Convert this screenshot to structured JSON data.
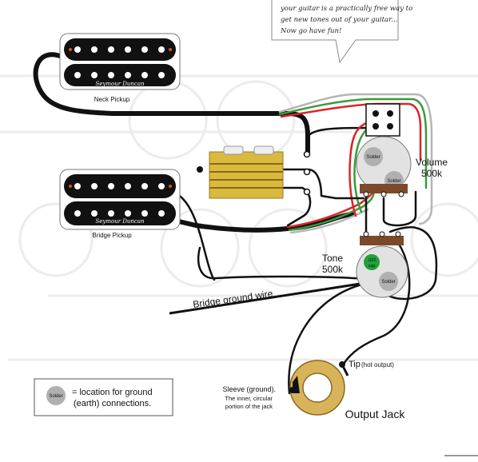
{
  "callout": {
    "lines": [
      "your guitar is a practically free way to",
      "get new tones out of your guitar...",
      "Now go have fun!"
    ]
  },
  "pickups": {
    "neck": {
      "brand": "Seymour Duncan",
      "label": "Neck Pickup"
    },
    "bridge": {
      "brand": "Seymour Duncan",
      "label": "Bridge Pickup"
    }
  },
  "pots": {
    "volume": {
      "name": "Volume",
      "value": "500k",
      "solder": "Solder"
    },
    "tone": {
      "name": "Tone",
      "value": "500k",
      "solder": "Solder",
      "cap_line1": ".022",
      "cap_line2": "cap"
    },
    "volume_solder_side": "Solder"
  },
  "bridge_ground": {
    "label": "Bridge ground wire"
  },
  "jack": {
    "tip_label": "Tip",
    "tip_note": "(hot output)",
    "sleeve_title": "Sleeve (ground).",
    "sleeve_line2": "The inner, circular",
    "sleeve_line3": "portion of the jack",
    "label": "Output Jack"
  },
  "legend": {
    "solder_tag": "Solder",
    "line1": "= location for ground",
    "line2": "(earth) connections."
  },
  "colors": {
    "wire_black": "#111111",
    "wire_red": "#d8262b",
    "wire_green": "#3a9a3a",
    "wire_bare": "#b5b5b5",
    "switch_body": "#d9b93e",
    "cap_green": "#22a03a",
    "pot_brown": "#7a4a2a",
    "jack_brass": "#d9b35a"
  }
}
